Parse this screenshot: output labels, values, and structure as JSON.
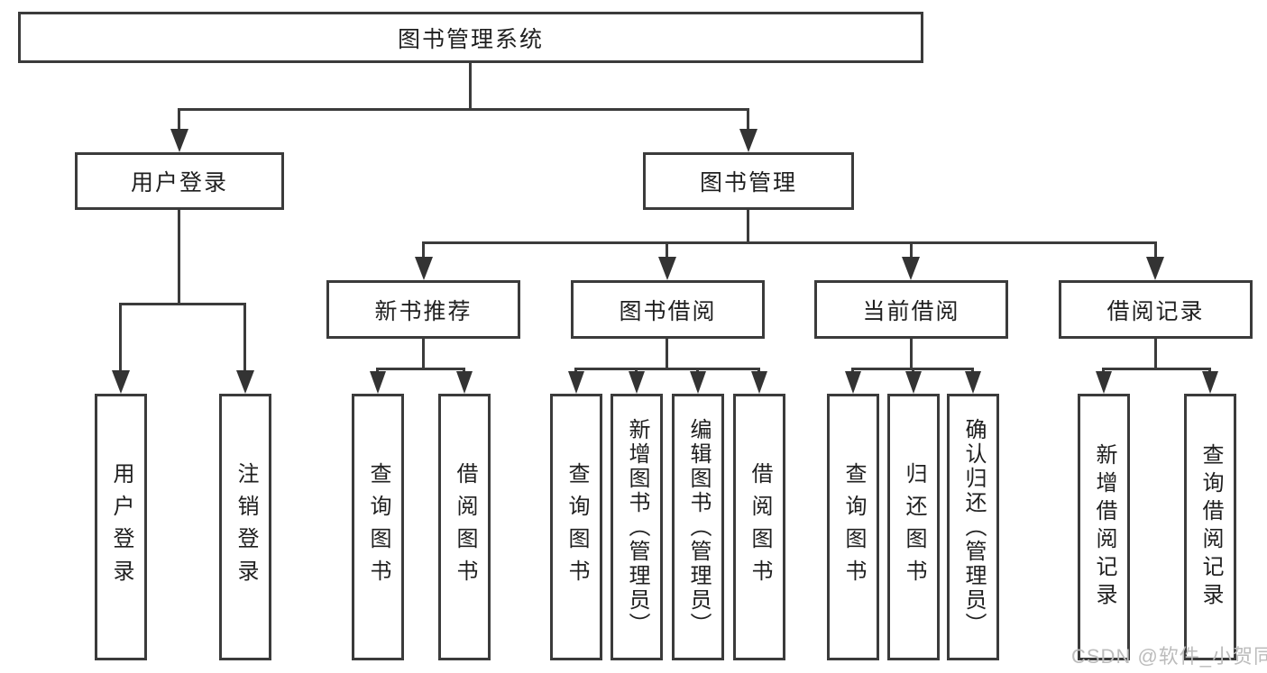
{
  "diagram": {
    "root": {
      "label": "图书管理系统"
    },
    "level2": [
      {
        "label": "用户登录",
        "children": [
          {
            "label": "用户登录"
          },
          {
            "label": "注销登录"
          }
        ]
      },
      {
        "label": "图书管理",
        "children": [
          {
            "label": "新书推荐",
            "children": [
              {
                "label": "查询图书"
              },
              {
                "label": "借阅图书"
              }
            ]
          },
          {
            "label": "图书借阅",
            "children": [
              {
                "label": "查询图书"
              },
              {
                "label": "新增图书（管理员）"
              },
              {
                "label": "编辑图书（管理员）"
              },
              {
                "label": "借阅图书"
              }
            ]
          },
          {
            "label": "当前借阅",
            "children": [
              {
                "label": "查询图书"
              },
              {
                "label": "归还图书"
              },
              {
                "label": "确认归还（管理员）"
              }
            ]
          },
          {
            "label": "借阅记录",
            "children": [
              {
                "label": "新增借阅记录"
              },
              {
                "label": "查询借阅记录"
              }
            ]
          }
        ]
      }
    ]
  },
  "colors": {
    "line": "#3b3b3b",
    "text": "#1f1f1f",
    "watermark": "#bcbcbc"
  },
  "watermark": {
    "text": "CSDN @软件_小贺同学"
  }
}
